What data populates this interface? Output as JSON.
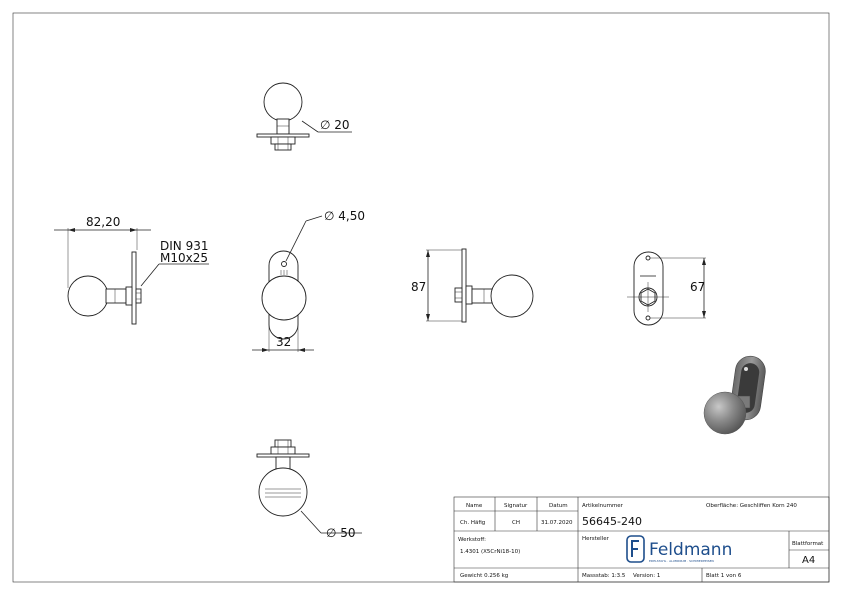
{
  "dimensions": {
    "d20": "∅ 20",
    "d450": "∅ 4,50",
    "d50": "∅ 50",
    "l8220": "82,20",
    "din": "DIN 931",
    "screw": "M10x25",
    "h87": "87",
    "w32": "32",
    "h67": "67"
  },
  "title_block": {
    "h_name": "Name",
    "h_signatur": "Signatur",
    "h_datum": "Datum",
    "h_artikel": "Artikelnummer",
    "oberflaeche": "Oberfläche:  Geschliffen Korn 240",
    "name_value": "Ch. Häfig",
    "sig_value": "CH",
    "date_value": "31.07.2020",
    "artikel_value": "56645-240",
    "werkstoff_label": "Werkstoff:",
    "werkstoff_value": "1.4301 (X5CrNi18-10)",
    "hersteller_label": "Hersteller",
    "brand": "Feldmann",
    "brand_tagline": "EDELSTAHL · ALUMINIUM · SCHMIEDEEISEN",
    "blattformat_label": "Blattformat",
    "blattformat_value": "A4",
    "gewicht": "Gewicht 0.256 kg",
    "massstab": "Massstab: 1:3.5",
    "version": "Version: 1",
    "blatt": "Blatt 1 von 6"
  }
}
